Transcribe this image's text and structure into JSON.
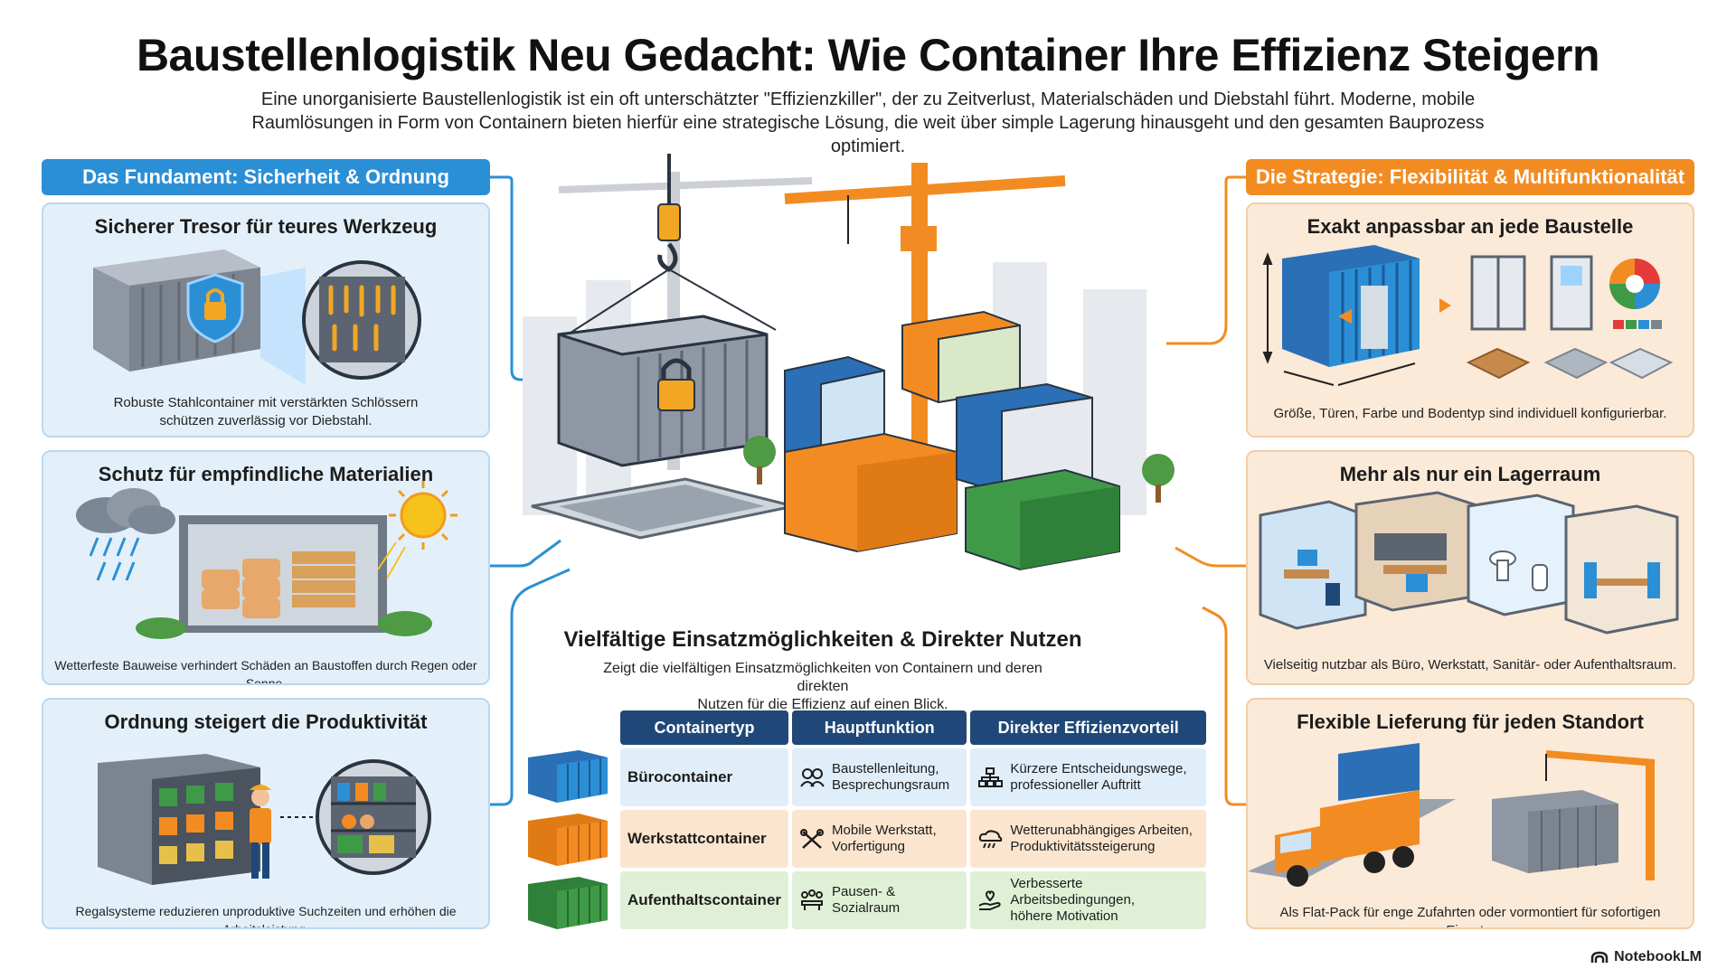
{
  "header": {
    "title": "Baustellenlogistik Neu Gedacht: Wie Container Ihre Effizienz Steigern",
    "intro_line1": "Eine unorganisierte Baustellenlogistik ist ein oft unterschätzter \"Effizienzkiller\", der zu Zeitverlust, Materialschäden und Diebstahl führt. Moderne, mobile",
    "intro_line2": "Raumlösungen in Form von Containern bieten hierfür eine strategische Lösung, die weit über simple Lagerung hinausgeht und den gesamten Bauprozess optimiert."
  },
  "left": {
    "header": "Das Fundament: Sicherheit & Ordnung",
    "cards": [
      {
        "title": "Sicherer Tresor für teures Werkzeug",
        "desc_line1": "Robuste Stahlcontainer mit verstärkten Schlössern",
        "desc_line2": "schützen zuverlässig vor Diebstahl."
      },
      {
        "title": "Schutz für empfindliche Materialien",
        "desc_line1": "Wetterfeste Bauweise verhindert Schäden an Baustoffen durch Regen oder Sonne."
      },
      {
        "title": "Ordnung steigert die Produktivität",
        "desc_line1": "Regalsysteme reduzieren unproduktive Suchzeiten und erhöhen die Arbeitsleistung."
      }
    ]
  },
  "right": {
    "header": "Die Strategie: Flexibilität & Multifunktionalität",
    "cards": [
      {
        "title": "Exakt anpassbar an jede Baustelle",
        "desc_line1": "Größe, Türen, Farbe und Bodentyp sind individuell konfigurierbar."
      },
      {
        "title": "Mehr als nur ein Lagerraum",
        "desc_line1": "Vielseitig nutzbar als Büro, Werkstatt, Sanitär- oder Aufenthaltsraum."
      },
      {
        "title": "Flexible Lieferung für jeden Standort",
        "desc_line1": "Als Flat-Pack für enge Zufahrten oder vormontiert für sofortigen Einsatz."
      }
    ]
  },
  "center": {
    "title": "Vielfältige Einsatzmöglichkeiten & Direkter Nutzen",
    "sub_line1": "Zeigt die vielfältigen Einsatzmöglichkeiten von Containern und deren direkten",
    "sub_line2": "Nutzen für die Effizienz auf einen Blick.",
    "table": {
      "headers": [
        "Containertyp",
        "Hauptfunktion",
        "Direkter Effizienzvorteil"
      ],
      "rows": [
        {
          "type": "Bürocontainer",
          "function_line1": "Baustellenleitung,",
          "function_line2": "Besprechungsraum",
          "benefit_line1": "Kürzere Entscheidungswege,",
          "benefit_line2": "professioneller Auftritt"
        },
        {
          "type": "Werkstattcontainer",
          "function_line1": "Mobile Werkstatt,",
          "function_line2": "Vorfertigung",
          "benefit_line1": "Wetterunabhängiges Arbeiten,",
          "benefit_line2": "Produktivitätssteigerung"
        },
        {
          "type": "Aufenthaltscontainer",
          "function_line1": "Pausen- & Sozialraum",
          "function_line2": "",
          "benefit_line1": "Verbesserte Arbeitsbedingungen,",
          "benefit_line2": "höhere Motivation"
        }
      ]
    }
  },
  "brand": {
    "label": "NotebookLM"
  },
  "colors": {
    "blue": "#2b8fd6",
    "orange": "#f28c22",
    "navy": "#1f4878",
    "green": "#3f9a48"
  }
}
